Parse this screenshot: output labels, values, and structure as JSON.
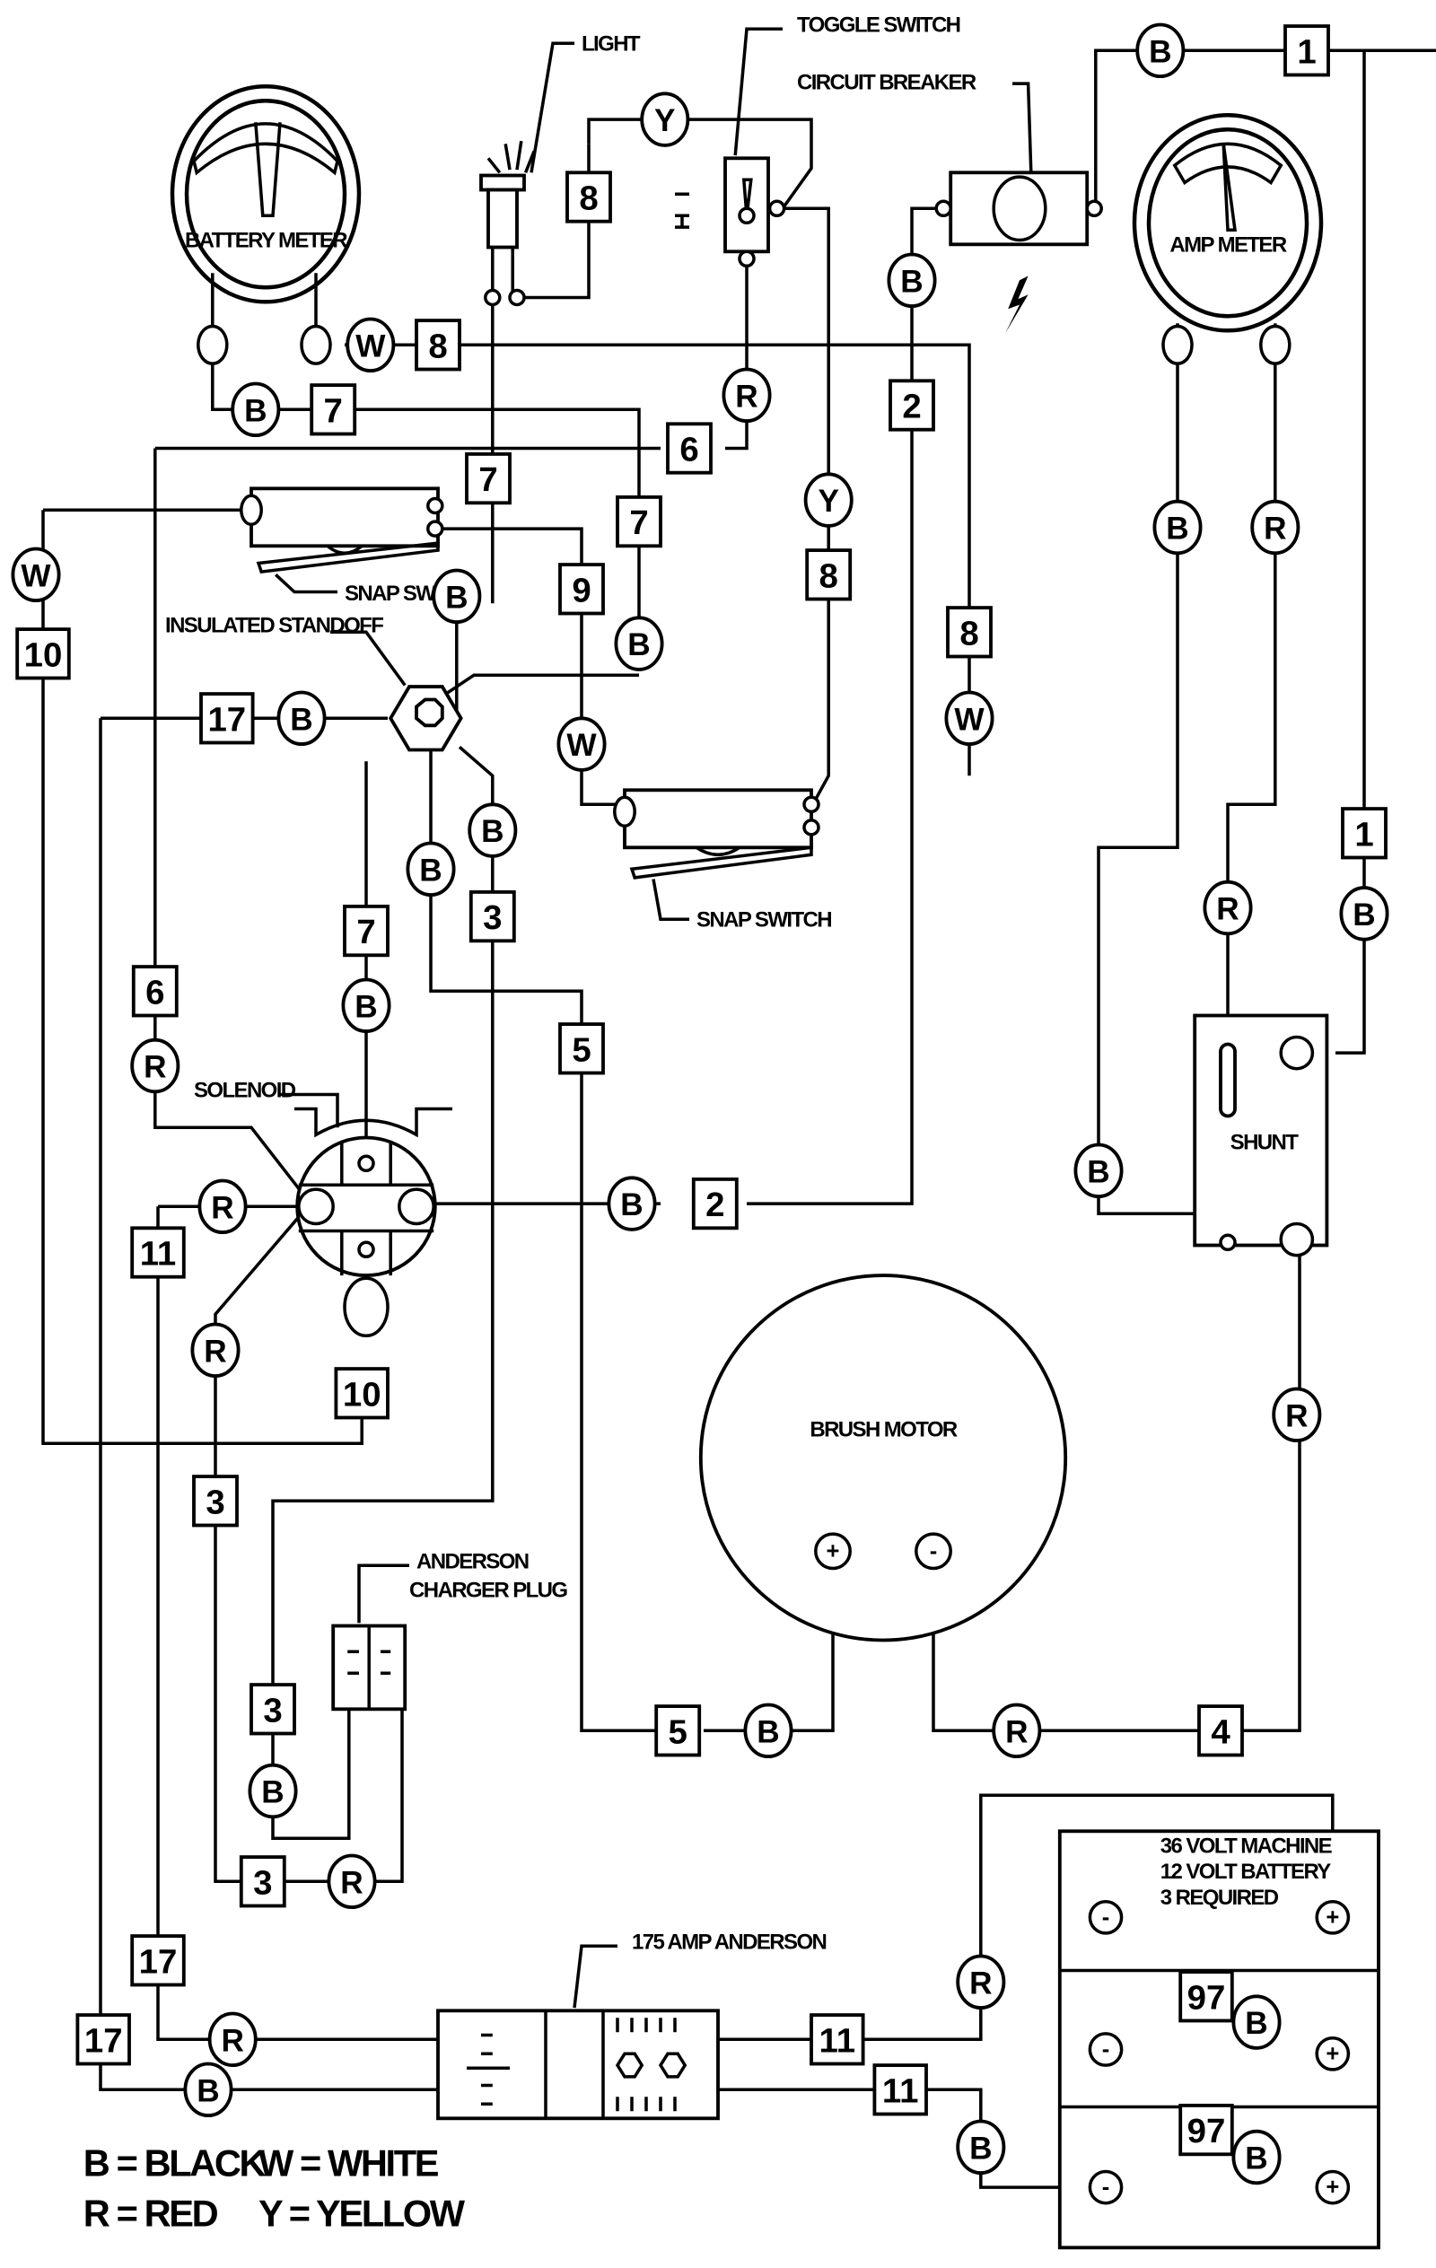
{
  "title": "36 Volt Machine Wiring Diagram",
  "component_labels": {
    "light": "LIGHT",
    "toggle_switch": "TOGGLE SWITCH",
    "circuit_breaker": "CIRCUIT BREAKER",
    "battery_meter": "BATTERY METER",
    "amp_meter": "AMP METER",
    "snap_switch_upper": "SNAP SWITCH",
    "snap_switch_lower": "SNAP SWITCH",
    "insulated_standoff": "INSULATED STANDOFF",
    "solenoid": "SOLENOID",
    "shunt": "SHUNT",
    "brush_motor": "BRUSH MOTOR",
    "anderson_charger_plug": "ANDERSON CHARGER PLUG",
    "anderson_175": "175 AMP ANDERSON",
    "battery_note": [
      "36 VOLT MACHINE",
      "12 VOLT BATTERY",
      "3 REQUIRED"
    ]
  },
  "wires": [
    {
      "id": "w1-top",
      "number": "1",
      "color": "B"
    },
    {
      "id": "w1-right",
      "number": "1",
      "color": "B"
    },
    {
      "id": "w2-breaker",
      "number": "2",
      "color": "B"
    },
    {
      "id": "w2-solenoid",
      "number": "2",
      "color": "B"
    },
    {
      "id": "w3-standoff",
      "number": "3",
      "color": "B"
    },
    {
      "id": "w3-mid",
      "number": "3",
      "color": "R"
    },
    {
      "id": "w3-plug",
      "number": "3",
      "color": "B"
    },
    {
      "id": "w3-plug-r",
      "number": "3",
      "color": "R"
    },
    {
      "id": "w4",
      "number": "4",
      "color": "R"
    },
    {
      "id": "w5-mid",
      "number": "5",
      "color": ""
    },
    {
      "id": "w5-motor",
      "number": "5",
      "color": "B"
    },
    {
      "id": "w6-top",
      "number": "6",
      "color": "R"
    },
    {
      "id": "w6-left",
      "number": "6",
      "color": "R"
    },
    {
      "id": "w7-meter",
      "number": "7",
      "color": "B"
    },
    {
      "id": "w7-a",
      "number": "7",
      "color": "B"
    },
    {
      "id": "w7-b",
      "number": "7",
      "color": "B"
    },
    {
      "id": "w7-c",
      "number": "7",
      "color": "B"
    },
    {
      "id": "w8-light",
      "number": "8",
      "color": "Y"
    },
    {
      "id": "w8-meter",
      "number": "8",
      "color": "W"
    },
    {
      "id": "w8-y",
      "number": "8",
      "color": "Y"
    },
    {
      "id": "w8-w",
      "number": "8",
      "color": "W"
    },
    {
      "id": "w9",
      "number": "9",
      "color": "W"
    },
    {
      "id": "w10-left",
      "number": "10",
      "color": "W"
    },
    {
      "id": "w10-sol",
      "number": "10",
      "color": ""
    },
    {
      "id": "w11-sol",
      "number": "11",
      "color": "R"
    },
    {
      "id": "w11-r",
      "number": "11",
      "color": "R"
    },
    {
      "id": "w11-b",
      "number": "11",
      "color": "B"
    },
    {
      "id": "w17-standoff",
      "number": "17",
      "color": "B"
    },
    {
      "id": "w17-r",
      "number": "17",
      "color": "R"
    },
    {
      "id": "w17-b",
      "number": "17",
      "color": "B"
    },
    {
      "id": "w97-a",
      "number": "97",
      "color": "B"
    },
    {
      "id": "w97-b",
      "number": "97",
      "color": "B"
    },
    {
      "id": "amp-left",
      "number": "",
      "color": "B"
    },
    {
      "id": "amp-right",
      "number": "",
      "color": "R"
    },
    {
      "id": "shunt-r",
      "number": "",
      "color": "R"
    },
    {
      "id": "shunt-b",
      "number": "",
      "color": "B"
    },
    {
      "id": "motor-minus",
      "number": "",
      "color": "R"
    },
    {
      "id": "r-sol-low",
      "number": "",
      "color": "R"
    }
  ],
  "labels": {
    "n1": "1",
    "n2": "2",
    "n3": "3",
    "n4": "4",
    "n5": "5",
    "n6": "6",
    "n7": "7",
    "n8": "8",
    "n9": "9",
    "n10": "10",
    "n11": "11",
    "n17": "17",
    "n97": "97",
    "B": "B",
    "R": "R",
    "W": "W",
    "Y": "Y",
    "plus": "+",
    "minus": "-"
  },
  "legend": {
    "black": "B = BLACK",
    "white": "W = WHITE",
    "red": "R = RED",
    "yellow": "Y = YELLOW"
  }
}
